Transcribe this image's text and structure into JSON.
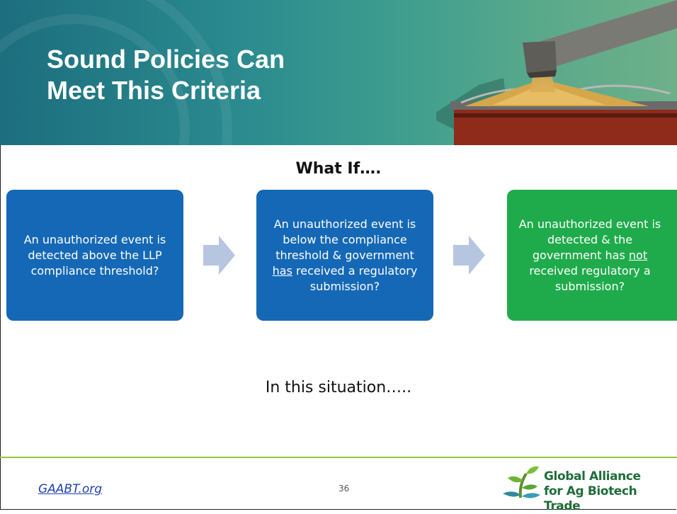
{
  "header": {
    "title_line1": "Sound Policies Can",
    "title_line2": "Meet This Criteria"
  },
  "subtitle": "What If….",
  "boxes": [
    {
      "text": "An unauthorized event is detected above the LLP compliance threshold?",
      "color": "#1568b6"
    },
    {
      "pre": "An unauthorized event is below the compliance threshold & government ",
      "underline": "has",
      "post": " received a regulatory submission?",
      "color": "#1568b6"
    },
    {
      "pre": "An unauthorized event is detected & the government has ",
      "underline": "not",
      "post": " received regulatory a submission?",
      "color": "#1fab4b"
    }
  ],
  "situation": "In this situation…..",
  "footer": {
    "link": "GAABT.org",
    "page_number": "36",
    "logo_line1": "Global Alliance",
    "logo_line2": "for Ag Biotech Trade"
  },
  "colors": {
    "blue_box": "#1568b6",
    "green_box": "#1fab4b",
    "arrow": "#b7c6e0",
    "rule": "#8cc63e"
  }
}
